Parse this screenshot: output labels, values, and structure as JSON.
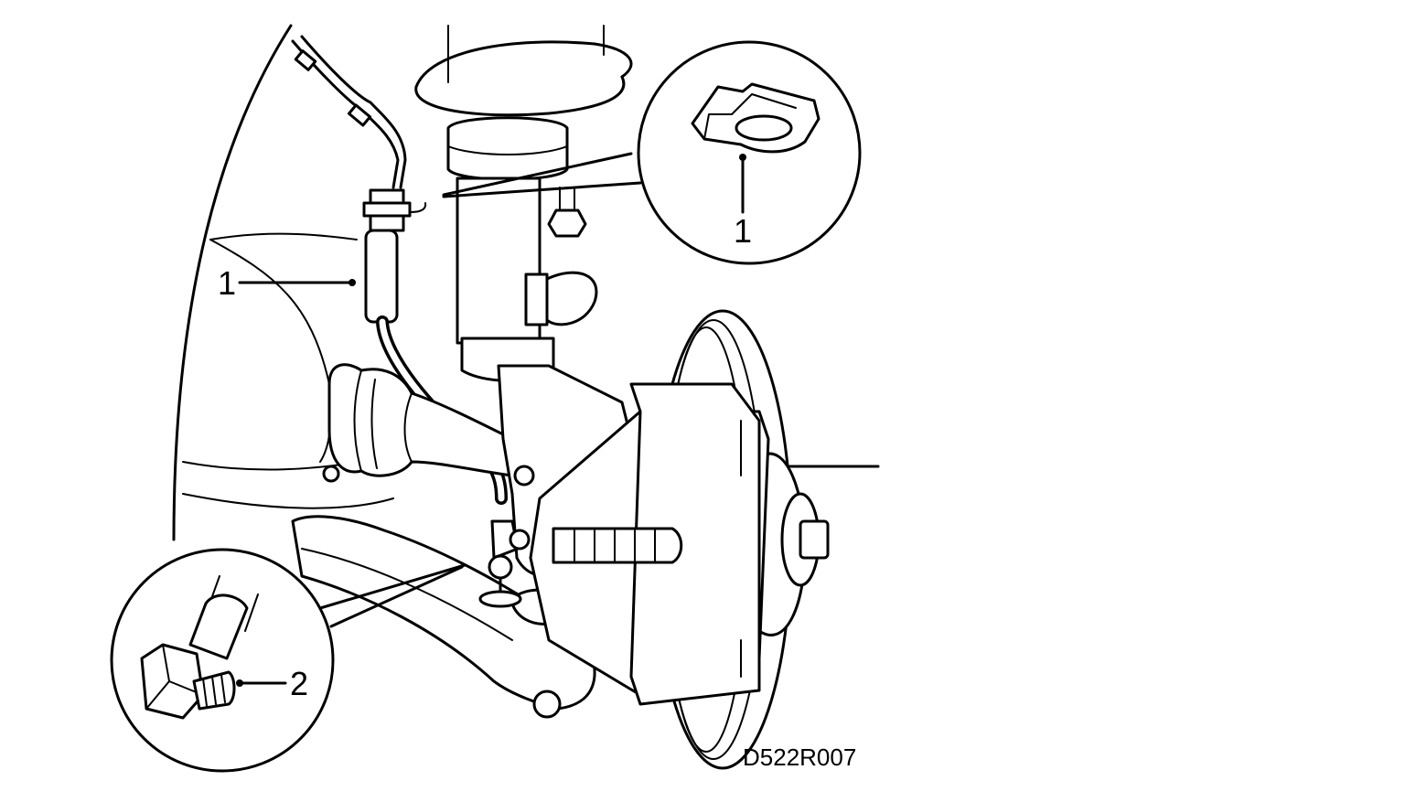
{
  "figure_code": "D522R007",
  "callouts": {
    "hose_label": "1",
    "clip_detail_label": "1",
    "bolt_detail_label": "2"
  },
  "colors": {
    "ink": "#000000",
    "paper": "#ffffff"
  }
}
